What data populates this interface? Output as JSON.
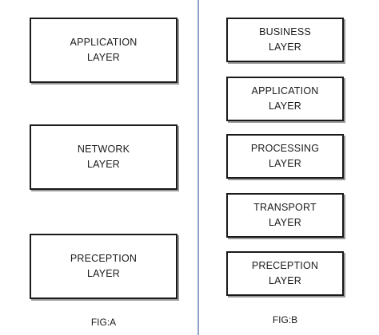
{
  "fig_a": {
    "caption": "FIG:A",
    "layers": [
      {
        "line1": "APPLICATION",
        "line2": "LAYER"
      },
      {
        "line1": "NETWORK",
        "line2": "LAYER"
      },
      {
        "line1": "PRECEPTION",
        "line2": "LAYER"
      }
    ]
  },
  "fig_b": {
    "caption": "FIG:B",
    "layers": [
      {
        "line1": "BUSINESS",
        "line2": "LAYER"
      },
      {
        "line1": "APPLICATION",
        "line2": "LAYER"
      },
      {
        "line1": "PROCESSING",
        "line2": "LAYER"
      },
      {
        "line1": "TRANSPORT",
        "line2": "LAYER"
      },
      {
        "line1": "PRECEPTION",
        "line2": "LAYER"
      }
    ]
  },
  "colors": {
    "border": "#1a1a1a",
    "shadow": "#9a9a9a",
    "divider": "#8fa3c7"
  }
}
